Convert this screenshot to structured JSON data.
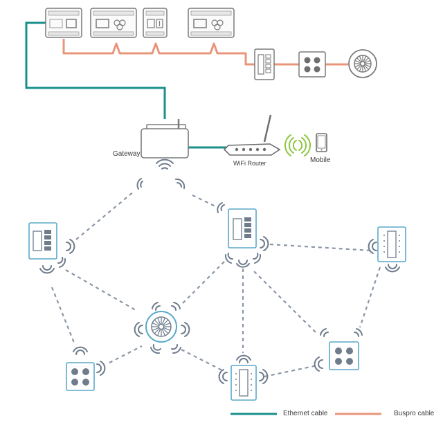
{
  "labels": {
    "gateway": "Gateway",
    "wifi_router": "WiFi Router",
    "mobile": "Mobile"
  },
  "legend": {
    "ethernet": "Ethernet cable",
    "buspro": "Buspro cable"
  },
  "colors": {
    "ethernet": "#1a8f8c",
    "buspro": "#e8957a",
    "wireless_mesh": "#8a96a6",
    "wireless_device": "#5aa9c9",
    "wifi_waves": "#8cc63e",
    "device_gray": "#7a7a7a"
  },
  "icons": {
    "din_module": "din-rail-module-icon",
    "panel": "keypad-panel-icon",
    "quad_switch": "four-button-switch-icon",
    "sensor": "round-sensor-icon",
    "gateway": "gateway-icon",
    "router": "wifi-router-icon",
    "phone": "mobile-phone-icon",
    "signal": "wireless-signal-icon"
  }
}
